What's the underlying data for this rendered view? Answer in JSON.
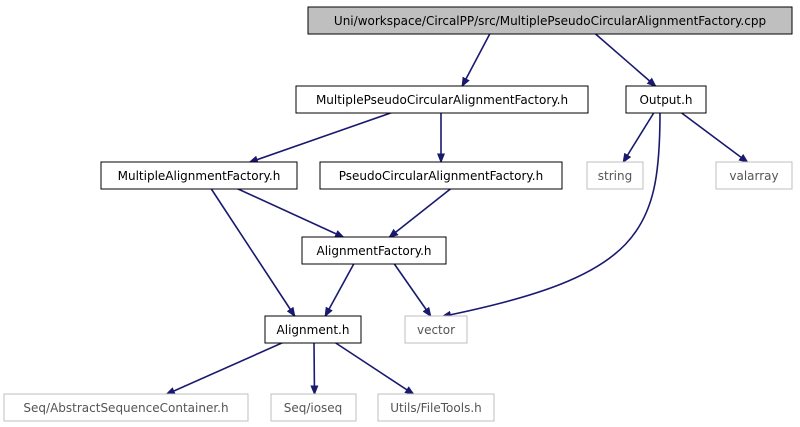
{
  "diagram": {
    "colors": {
      "edge": "#191970",
      "root_fill": "#bfbfbf",
      "node_border": "#000000",
      "system_border": "#bfbfbf",
      "system_text": "#555555"
    },
    "nodes": {
      "root": "Uni/workspace/CircalPP/src/MultiplePseudoCircularAlignmentFactory.cpp",
      "mpcaf_h": "MultiplePseudoCircularAlignmentFactory.h",
      "output_h": "Output.h",
      "maf_h": "MultipleAlignmentFactory.h",
      "pcaf_h": "PseudoCircularAlignmentFactory.h",
      "string": "string",
      "valarray": "valarray",
      "af_h": "AlignmentFactory.h",
      "alignment_h": "Alignment.h",
      "vector": "vector",
      "seq_asc_h": "Seq/AbstractSequenceContainer.h",
      "seq_ioseq": "Seq/ioseq",
      "utils_filetools_h": "Utils/FileTools.h"
    },
    "edges": [
      [
        "root",
        "mpcaf_h"
      ],
      [
        "root",
        "output_h"
      ],
      [
        "mpcaf_h",
        "maf_h"
      ],
      [
        "mpcaf_h",
        "pcaf_h"
      ],
      [
        "output_h",
        "string"
      ],
      [
        "output_h",
        "valarray"
      ],
      [
        "output_h",
        "vector"
      ],
      [
        "maf_h",
        "af_h"
      ],
      [
        "maf_h",
        "alignment_h"
      ],
      [
        "pcaf_h",
        "af_h"
      ],
      [
        "af_h",
        "alignment_h"
      ],
      [
        "af_h",
        "vector"
      ],
      [
        "alignment_h",
        "seq_asc_h"
      ],
      [
        "alignment_h",
        "seq_ioseq"
      ],
      [
        "alignment_h",
        "utils_filetools_h"
      ]
    ]
  }
}
